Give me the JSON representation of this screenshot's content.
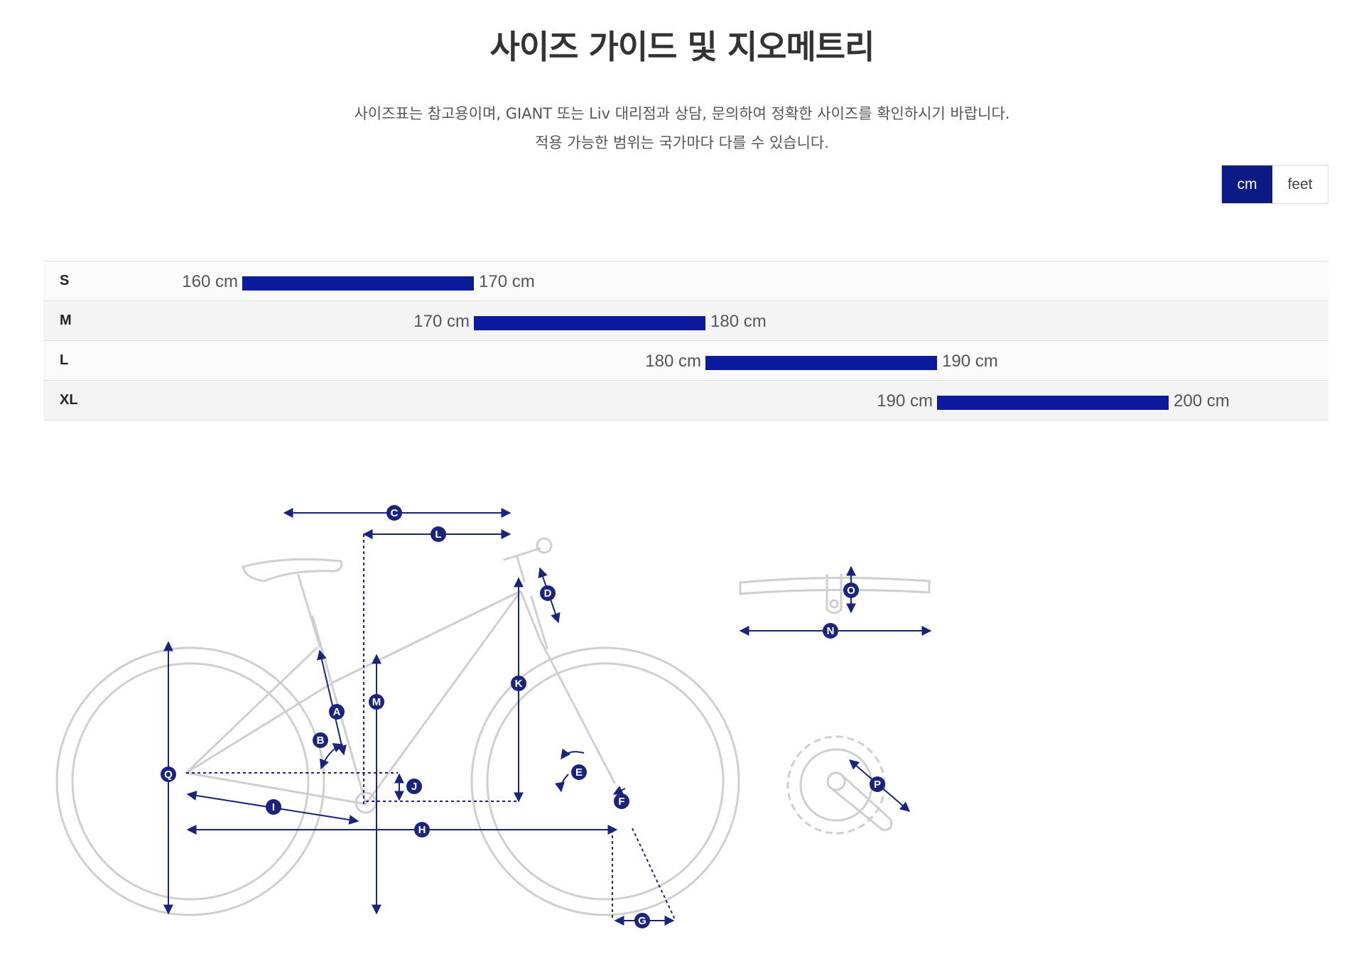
{
  "page": {
    "title": "사이즈 가이드 및 지오메트리",
    "description_line1": "사이즈표는 참고용이며, GIANT 또는 Liv 대리점과 상담, 문의하여 정확한 사이즈를 확인하시기 바랍니다.",
    "description_line2": "적용 가능한 범위는 국가마다 다를 수 있습니다."
  },
  "unit_toggle": {
    "options": [
      "cm",
      "feet"
    ],
    "selected": "cm",
    "active_color": "#0c1a86"
  },
  "size_chart": {
    "bar_color": "#0c1a9e",
    "rows": [
      {
        "size": "S",
        "min_label": "160 cm",
        "max_label": "170 cm",
        "min": 160,
        "max": 170
      },
      {
        "size": "M",
        "min_label": "170 cm",
        "max_label": "180 cm",
        "min": 170,
        "max": 180
      },
      {
        "size": "L",
        "min_label": "180 cm",
        "max_label": "190 cm",
        "min": 180,
        "max": 190
      },
      {
        "size": "XL",
        "min_label": "190 cm",
        "max_label": "200 cm",
        "min": 190,
        "max": 200
      }
    ]
  },
  "geometry_diagram": {
    "line_color": "#c8c8c8",
    "marker_color": "#1a237e",
    "markers": [
      "A",
      "B",
      "C",
      "D",
      "E",
      "F",
      "G",
      "H",
      "I",
      "J",
      "K",
      "L",
      "M",
      "N",
      "O",
      "P",
      "Q"
    ]
  }
}
